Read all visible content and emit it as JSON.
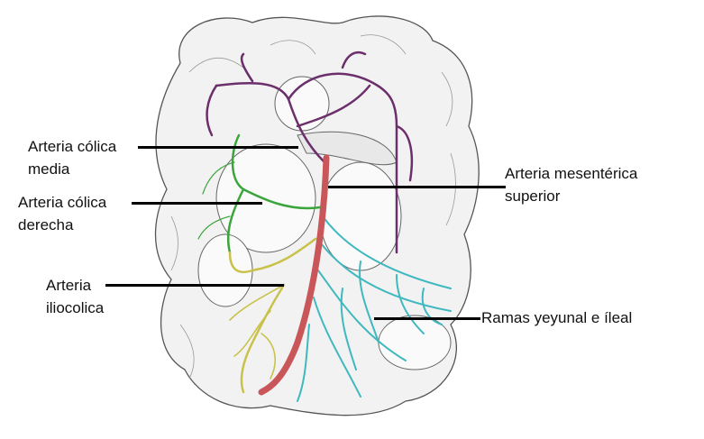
{
  "labels": {
    "colica_media": {
      "line1": "Arteria cólica",
      "line2": "media"
    },
    "colica_derecha": {
      "line1": "Arteria cólica",
      "line2": "derecha"
    },
    "iliocolica": {
      "line1": "Arteria",
      "line2": "iliocolica"
    },
    "mesenterica_superior": {
      "line1": "Arteria mesentérica",
      "line2": "superior"
    },
    "ramas": {
      "line1": "Ramas yeyunal e íleal"
    }
  },
  "colors": {
    "colica_media": "#6b2f6b",
    "colica_derecha": "#3aa53a",
    "iliocolica": "#c9c24a",
    "mesenterica_superior": "#c9575a",
    "ramas": "#3fb8bf",
    "outline": "#555555"
  }
}
